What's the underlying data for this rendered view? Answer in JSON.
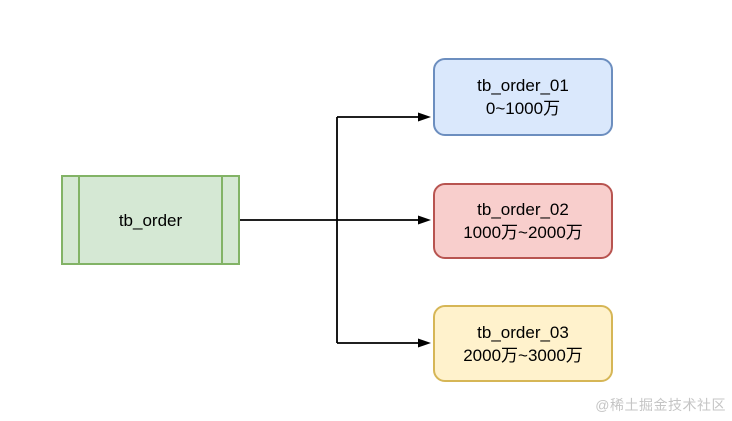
{
  "diagram": {
    "source": {
      "label": "tb_order",
      "fill": "#d5e8d4",
      "border": "#82b366",
      "shape": "process"
    },
    "shards": [
      {
        "label": "tb_order_01",
        "range": "0~1000万",
        "fill": "#dae8fc",
        "border": "#6c8ebf"
      },
      {
        "label": "tb_order_02",
        "range": "1000万~2000万",
        "fill": "#f8cecc",
        "border": "#b85450"
      },
      {
        "label": "tb_order_03",
        "range": "2000万~3000万",
        "fill": "#fff2cc",
        "border": "#d6b656"
      }
    ],
    "connector_color": "#000000"
  },
  "watermark": {
    "text": "@稀土掘金技术社区"
  }
}
